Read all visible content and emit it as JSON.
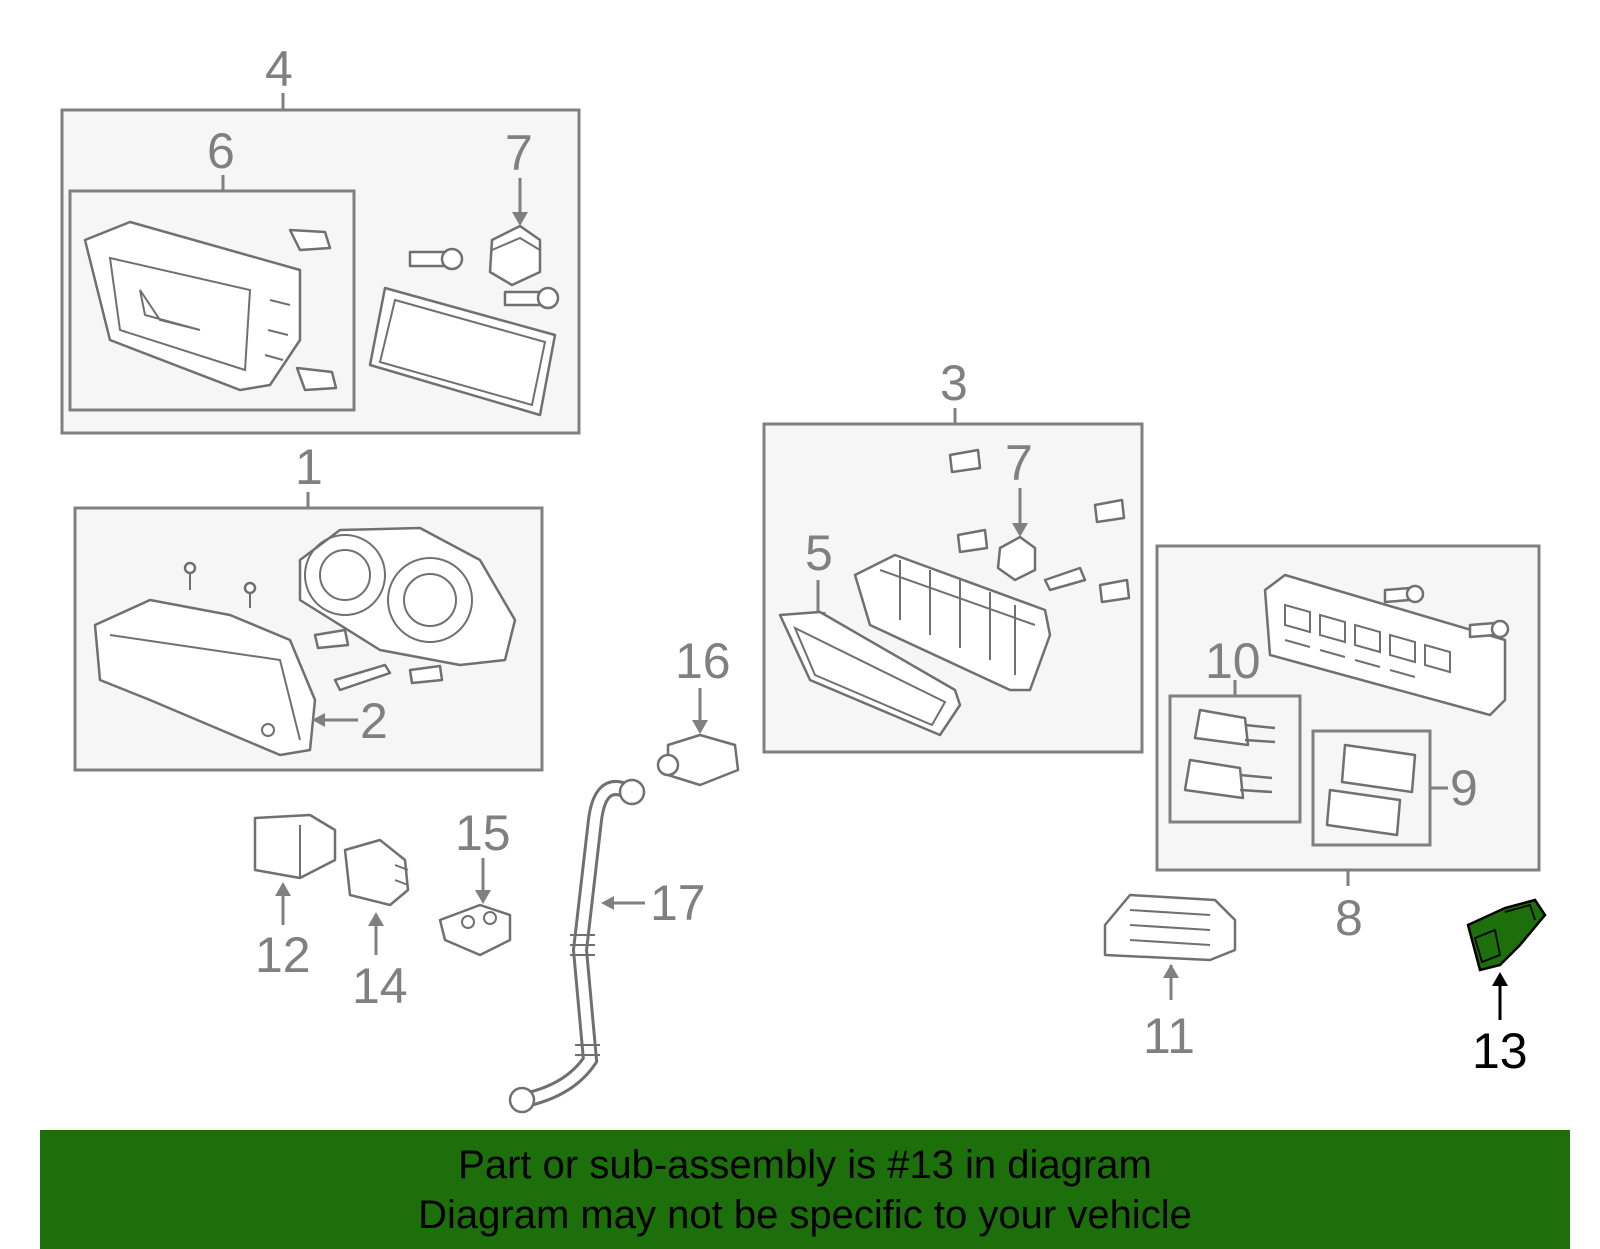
{
  "callouts": {
    "c1": "1",
    "c2": "2",
    "c3": "3",
    "c4": "4",
    "c5": "5",
    "c6": "6",
    "c7a": "7",
    "c7b": "7",
    "c8": "8",
    "c9": "9",
    "c10": "10",
    "c11": "11",
    "c12": "12",
    "c13": "13",
    "c14": "14",
    "c15": "15",
    "c16": "16",
    "c17": "17"
  },
  "highlight": {
    "part": "13",
    "color": "#1c6f0a"
  },
  "banner": {
    "line1": "Part or sub-assembly is #13 in diagram",
    "line2": "Diagram may not be specific to your vehicle",
    "background": "#1c6f0a"
  }
}
